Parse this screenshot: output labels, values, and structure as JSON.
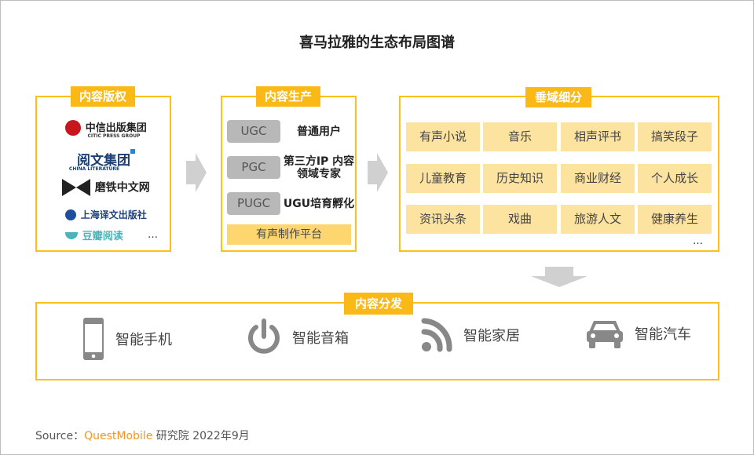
{
  "title": "喜马拉雅的生态布局图谱",
  "copyright": {
    "tag": "内容版权",
    "publishers": [
      {
        "name": "中信出版集团",
        "sub": "CITIC PRESS GROUP"
      },
      {
        "name": "阅文集团",
        "sub": "CHINA LITERATURE"
      },
      {
        "name": "磨铁中文网"
      },
      {
        "name": "上海译文出版社"
      },
      {
        "name": "豆瓣阅读"
      }
    ],
    "more": "…"
  },
  "production": {
    "tag": "内容生产",
    "rows": [
      {
        "type": "UGC",
        "desc": "普通用户"
      },
      {
        "type": "PGC",
        "desc": "第三方IP 内容领域专家"
      },
      {
        "type": "PUGC",
        "desc": "UGU培育孵化"
      }
    ],
    "platform": "有声制作平台"
  },
  "verticals": {
    "tag": "垂域细分",
    "items": [
      "有声小说",
      "音乐",
      "相声评书",
      "搞笑段子",
      "儿童教育",
      "历史知识",
      "商业财经",
      "个人成长",
      "资讯头条",
      "戏曲",
      "旅游人文",
      "健康养生"
    ],
    "more": "…"
  },
  "distribution": {
    "tag": "内容分发",
    "channels": [
      {
        "icon": "smartphone-icon",
        "label": "智能手机"
      },
      {
        "icon": "power-icon",
        "label": "智能音箱"
      },
      {
        "icon": "wifi-signal-icon",
        "label": "智能家居"
      },
      {
        "icon": "car-icon",
        "label": "智能汽车"
      }
    ]
  },
  "source": {
    "prefix": "Source：",
    "brand": "QuestMobile",
    "suffix": "研究院 2022年9月"
  },
  "colors": {
    "accent": "#fbb917",
    "cell": "#fde3a0",
    "brand": "#f7941d"
  }
}
